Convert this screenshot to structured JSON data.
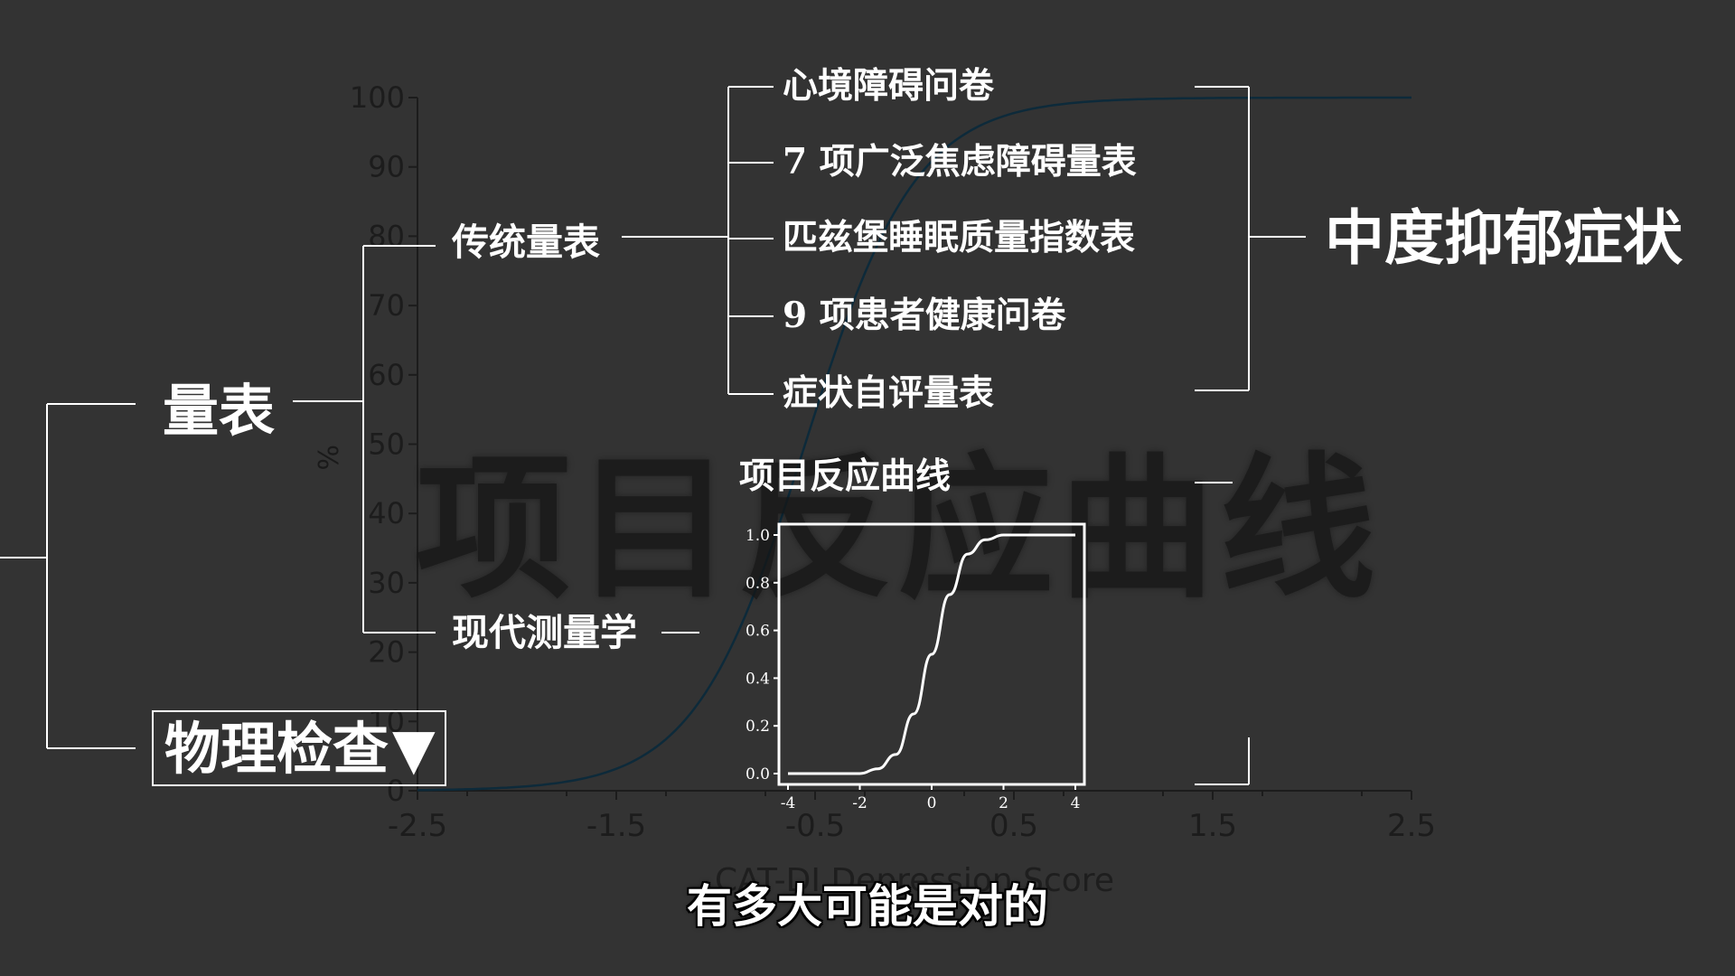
{
  "background_chart": {
    "y_label": "%",
    "y_ticks": [
      "100",
      "90",
      "80",
      "70",
      "60",
      "50",
      "40",
      "30",
      "20",
      "10",
      "0"
    ],
    "x_ticks": [
      "-2.5",
      "-1.5",
      "-0.5",
      "0.5",
      "1.5",
      "2.5"
    ],
    "x_label": "CAT-DI Depression Score",
    "curve_color": "#0d2a3a"
  },
  "watermark": {
    "text": "项目反应曲线"
  },
  "tree": {
    "root_a": "量表",
    "root_b": "物理检查",
    "root_b_marker": "▼",
    "traditional": "传统量表",
    "modern": "现代测量学",
    "items": [
      "心境障碍问卷",
      "7 项广泛焦虑障碍量表",
      "匹兹堡睡眠质量指数表",
      "9 项患者健康问卷",
      "症状自评量表"
    ],
    "result": "中度抑郁症状",
    "curve_title": "项目反应曲线"
  },
  "chart_data": {
    "type": "line",
    "x": [
      -4,
      -3,
      -2,
      -1.5,
      -1,
      -0.5,
      0,
      0.5,
      1,
      1.5,
      2,
      2.5,
      3,
      4
    ],
    "series": [
      {
        "values": [
          0.0,
          0.0,
          0.0,
          0.02,
          0.08,
          0.25,
          0.5,
          0.75,
          0.92,
          0.98,
          1.0,
          1.0,
          1.0,
          1.0
        ]
      }
    ],
    "x_ticks": [
      "-4",
      "-2",
      "0",
      "2",
      "4"
    ],
    "y_ticks": [
      "0.0",
      "0.2",
      "0.4",
      "0.6",
      "0.8",
      "1.0"
    ],
    "xlim": [
      -4,
      4
    ],
    "ylim": [
      0,
      1
    ],
    "grid": false
  },
  "subtitle": "有多大可能是对的"
}
